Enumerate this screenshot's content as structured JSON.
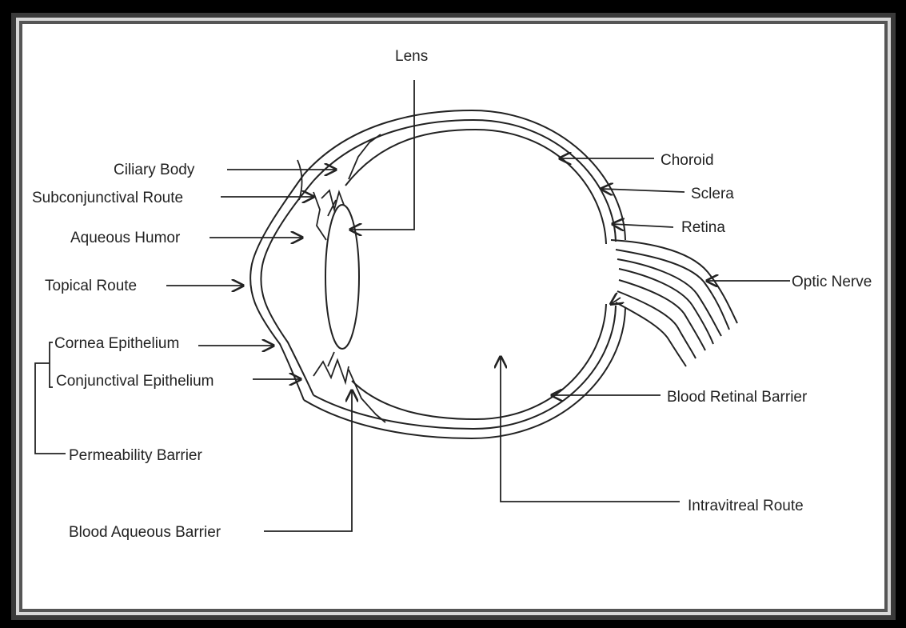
{
  "colors": {
    "outer_frame": "#000000",
    "border": "#3a3a3a",
    "background": "#ffffff",
    "ink": "#222222"
  },
  "labels": {
    "lens": "Lens",
    "ciliary_body": "Ciliary Body",
    "subconjunctival_route": "Subconjunctival Route",
    "aqueous_humor": "Aqueous Humor",
    "topical_route": "Topical Route",
    "cornea_epithelium": "Cornea Epithelium",
    "conjunctival_epithelium": "Conjunctival Epithelium",
    "permeability_barrier": "Permeability Barrier",
    "blood_aqueous_barrier": "Blood Aqueous Barrier",
    "choroid": "Choroid",
    "sclera": "Sclera",
    "retina": "Retina",
    "optic_nerve": "Optic Nerve",
    "blood_retinal_barrier": "Blood Retinal Barrier",
    "intravitreal_route": "Intravitreal Route"
  }
}
